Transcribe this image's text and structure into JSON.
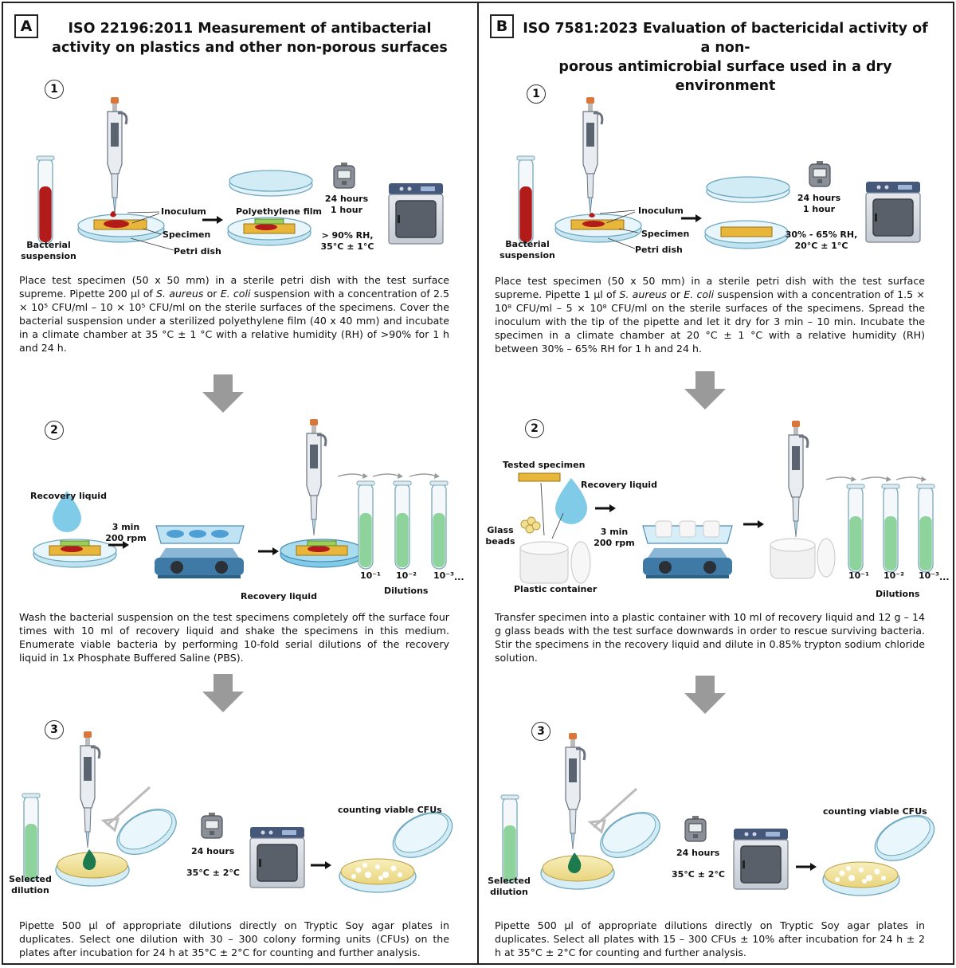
{
  "panel_a": {
    "letter": "A",
    "title_line1": "ISO 22196:2011 Measurement of antibacterial",
    "title_line2": "activity on plastics and other non-porous surfaces",
    "step1": {
      "num": "1",
      "labels": {
        "inoculum": "Inoculum",
        "film": "Polyethylene film",
        "specimen": "Specimen",
        "petri": "Petri dish",
        "bact1": "Bacterial",
        "bact2": "suspension",
        "time1": "24 hours",
        "time2": "1 hour",
        "cond1": "> 90% RH,",
        "cond2": "35°C ± 1°C"
      },
      "text_a": "Place test specimen (50 x 50 mm) in a sterile petri dish with the test surface supreme. Pipette 200 µl of ",
      "organism1": "S. aureus",
      "text_b": " or ",
      "organism2": "E. coli",
      "text_c": " suspension with a concentration of 2.5 × 10⁵ CFU/ml – 10 × 10⁵ CFU/ml on the sterile surfaces of the specimens. Cover the bacterial suspension under a sterilized polyethylene film (40 x 40 mm) and incubate in a climate chamber at 35 °C ± 1 °C with a relative humidity (RH) of >90% for 1 h and 24 h."
    },
    "step2": {
      "num": "2",
      "labels": {
        "recovery": "Recovery liquid",
        "shake1": "3 min",
        "shake2": "200 rpm",
        "recovery2": "Recovery liquid",
        "d1": "10⁻¹",
        "d2": "10⁻²",
        "d3": "10⁻³",
        "ellipsis": "...",
        "dilutions": "Dilutions"
      },
      "text": "Wash the bacterial suspension on the test specimens completely off the surface four times with 10 ml of recovery liquid and shake the specimens in this medium. Enumerate viable bacteria by performing 10-fold serial dilutions of the recovery liquid in 1x Phosphate Buffered Saline (PBS)."
    },
    "step3": {
      "num": "3",
      "labels": {
        "sel1": "Selected",
        "sel2": "dilution",
        "time": "24 hours",
        "temp": "35°C ± 2°C",
        "count": "counting viable CFUs"
      },
      "text": "Pipette 500 µl of appropriate dilutions directly on Tryptic Soy agar plates in duplicates. Select one dilution with 30 – 300 colony forming units (CFUs) on the plates after incubation for 24 h at 35°C ± 2°C for counting and further analysis."
    }
  },
  "panel_b": {
    "letter": "B",
    "title_line1": "ISO 7581:2023 Evaluation of bactericidal activity of a non-",
    "title_line2": "porous antimicrobial surface used in a dry environment",
    "step1": {
      "num": "1",
      "labels": {
        "inoculum": "Inoculum",
        "specimen": "Specimen",
        "petri": "Petri dish",
        "bact1": "Bacterial",
        "bact2": "suspension",
        "time1": "24 hours",
        "time2": "1 hour",
        "cond1": "30% - 65% RH,",
        "cond2": "20°C ± 1°C"
      },
      "text_a": "Place test specimen (50 x 50 mm) in a sterile petri dish with the test surface supreme. Pipette 1 µl of ",
      "organism1": "S. aureus",
      "text_b": " or ",
      "organism2": "E. coli",
      "text_c": " suspension with a concentration of 1.5 × 10⁸ CFU/ml – 5 × 10⁸ CFU/ml on the sterile surfaces of the specimens. Spread the inoculum with the tip of the pipette and let it dry for 3 min – 10 min. Incubate the specimen in a climate chamber at 20 °C ± 1 °C with a relative humidity (RH) between 30% – 65% RH for 1 h and 24 h."
    },
    "step2": {
      "num": "2",
      "labels": {
        "tested": "Tested specimen",
        "recovery": "Recovery liquid",
        "glass1": "Glass",
        "glass2": "beads",
        "shake1": "3 min",
        "shake2": "200 rpm",
        "container": "Plastic container",
        "d1": "10⁻¹",
        "d2": "10⁻²",
        "d3": "10⁻³",
        "ellipsis": "...",
        "dilutions": "Dilutions"
      },
      "text": "Transfer specimen into a plastic container with 10 ml of recovery liquid and 12 g – 14 g glass beads with the test surface downwards in order to rescue surviving bacteria. Stir the specimens in the recovery liquid and dilute in 0.85% trypton sodium chloride solution."
    },
    "step3": {
      "num": "3",
      "labels": {
        "sel1": "Selected",
        "sel2": "dilution",
        "time": "24 hours",
        "temp": "35°C ± 2°C",
        "count": "counting viable CFUs"
      },
      "text": "Pipette 500 µl of appropriate dilutions directly on Tryptic Soy agar plates in duplicates. Select all plates with 15 – 300 CFUs ± 10% after incubation for 24 h ± 2 h at 35°C ± 2°C for counting and further analysis."
    }
  },
  "colors": {
    "blood": "#b31b1b",
    "dilution_green": "#8ed39b",
    "dish_blue": "#cfeaf4",
    "specimen_yellow": "#e8b63a",
    "film_green": "#9bcf5a",
    "recovery_blue": "#7fcbe8",
    "agar_yellow": "#f3e39a",
    "flow_arrow_grey": "#9a9a9a"
  }
}
